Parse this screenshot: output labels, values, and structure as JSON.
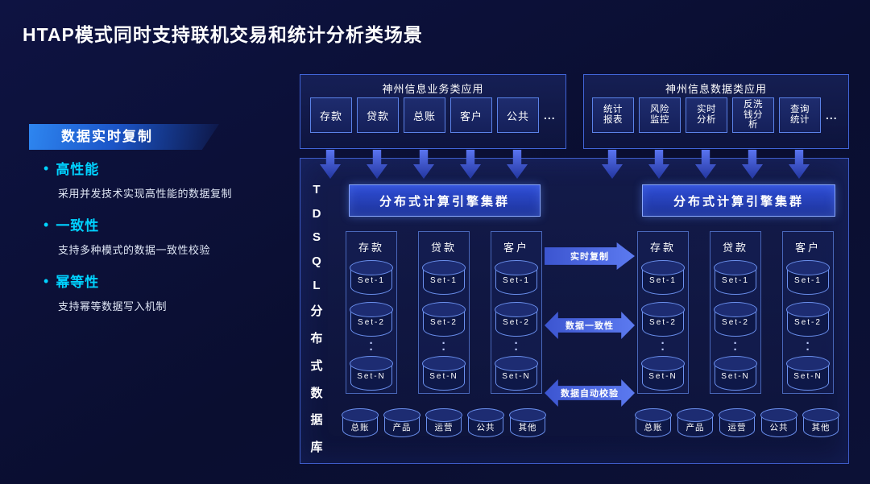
{
  "slide": {
    "title": "HTAP模式同时支持联机交易和统计分析类场景"
  },
  "left_panel": {
    "badge": "数据实时复制",
    "features": [
      {
        "heading": "高性能",
        "desc": "采用并发技术实现高性能的数据复制"
      },
      {
        "heading": "一致性",
        "desc": "支持多种模式的数据一致性校验"
      },
      {
        "heading": "幂等性",
        "desc": "支持幂等数据写入机制"
      }
    ]
  },
  "app_boxes": [
    {
      "title": "神州信息业务类应用",
      "items": [
        "存款",
        "贷款",
        "总账",
        "客户",
        "公共"
      ],
      "more": "..."
    },
    {
      "title": "神州信息数据类应用",
      "items": [
        "统计\n报表",
        "风险\n监控",
        "实时\n分析",
        "反洗\n钱分\n析",
        "查询\n统计"
      ],
      "more": "..."
    }
  ],
  "main_box": {
    "side_label": "TDSQL分布式数据库",
    "middle_links": [
      "实时复制",
      "数据一致性",
      "数据自动校验"
    ],
    "clusters": [
      {
        "engine_label": "分布式计算引擎集群",
        "columns": [
          {
            "name": "存款",
            "sets": [
              "Set-1",
              "Set-2",
              "Set-N"
            ]
          },
          {
            "name": "贷款",
            "sets": [
              "Set-1",
              "Set-2",
              "Set-N"
            ]
          },
          {
            "name": "客户",
            "sets": [
              "Set-1",
              "Set-2",
              "Set-N"
            ]
          }
        ],
        "bottom": [
          "总账",
          "产品",
          "运营",
          "公共",
          "其他"
        ]
      },
      {
        "engine_label": "分布式计算引擎集群",
        "columns": [
          {
            "name": "存款",
            "sets": [
              "Set-1",
              "Set-2",
              "Set-N"
            ]
          },
          {
            "name": "贷款",
            "sets": [
              "Set-1",
              "Set-2",
              "Set-N"
            ]
          },
          {
            "name": "客户",
            "sets": [
              "Set-1",
              "Set-2",
              "Set-N"
            ]
          }
        ],
        "bottom": [
          "总账",
          "产品",
          "运营",
          "公共",
          "其他"
        ]
      }
    ]
  },
  "colors": {
    "accent": "#00d2ff",
    "background": "#0a0e30",
    "panel_border": "#4165d8"
  }
}
